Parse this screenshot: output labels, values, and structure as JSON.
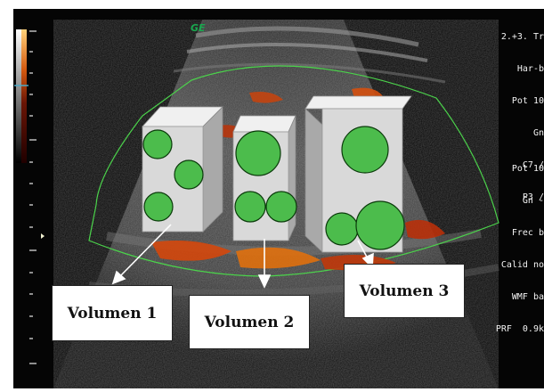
{
  "logo_text": "GE",
  "readout_top": [
    "2.+3. Tr",
    "Har-b",
    "Pot 10",
    "Gn",
    "C7 /",
    "P3 /"
  ],
  "readout_mid": [
    "Pot 10",
    "Gn -",
    "Frec b",
    "Calid no",
    "WMF ba",
    "PRF  0.9k"
  ],
  "volumes": [
    {
      "label": "Volumen 1"
    },
    {
      "label": "Volumen 2"
    },
    {
      "label": "Volumen 3"
    }
  ],
  "colors": {
    "box_face": "#d9d9d9",
    "box_side": "#a9a9a9",
    "box_top": "#f0f0f0",
    "circle_fill": "#4cbc4c",
    "sector_outline": "#4bd34b",
    "doppler": "#e0520e"
  }
}
